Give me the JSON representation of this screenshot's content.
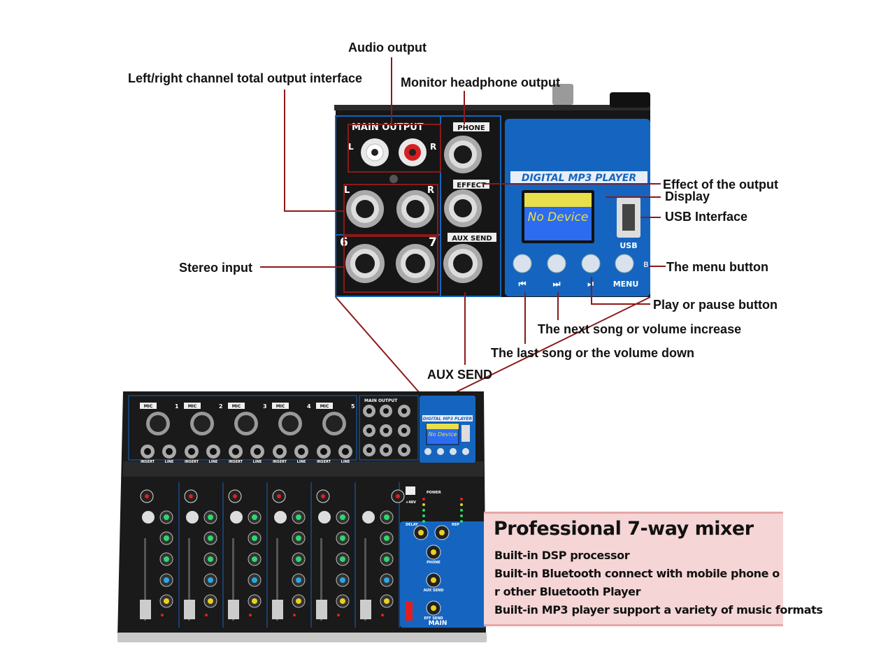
{
  "labels": {
    "audio_output": "Audio output",
    "left_right_output": "Left/right channel total output interface",
    "monitor_headphone": "Monitor headphone output",
    "effect_output": "Effect of the output",
    "display": "Display",
    "usb_interface": "USB Interface",
    "menu_button": "The menu button",
    "play_pause": "Play or pause button",
    "next_song": "The next song or volume increase",
    "last_song": "The last song or the volume down",
    "stereo_input": "Stereo input",
    "aux_send": "AUX SEND"
  },
  "panel": {
    "main_output": "MAIN OUTPUT",
    "phone": "PHONE",
    "effect": "EFFECT",
    "aux_send": "AUX SEND",
    "left": "L",
    "right": "R",
    "ch6": "6",
    "ch7": "7",
    "mp3_title": "DIGITAL MP3 PLAYER",
    "screen_text": "No Device",
    "usb": "USB",
    "menu": "MENU"
  },
  "mixer": {
    "mic": "MIC",
    "channels": [
      "1",
      "2",
      "3",
      "4",
      "5"
    ],
    "insert": "INSERT",
    "line": "LINE",
    "main": "MAIN",
    "main_output": "MAIN OUTPUT",
    "mp3_title": "DIGITAL MP3 PLAYER",
    "screen_text": "No Device",
    "power": "POWER",
    "phantom": "+48V",
    "delay": "DELAY",
    "rep": "REP",
    "phone": "PHONE",
    "aux_send": "AUX SEND",
    "eff_send": "EFF SEND"
  },
  "callout": {
    "title": "Professional 7-way mixer",
    "features": [
      "Built-in DSP processor",
      "Built-in Bluetooth connect with mobile phone o",
      "r other Bluetooth Player",
      "Built-in MP3 player support a variety of music formats"
    ]
  },
  "colors": {
    "line": "#8b1a1a",
    "panel_blue": "#1565c0",
    "panel_black": "#111111",
    "screen_yellow": "#e8e04a",
    "callout_bg": "#f5d5d5"
  }
}
